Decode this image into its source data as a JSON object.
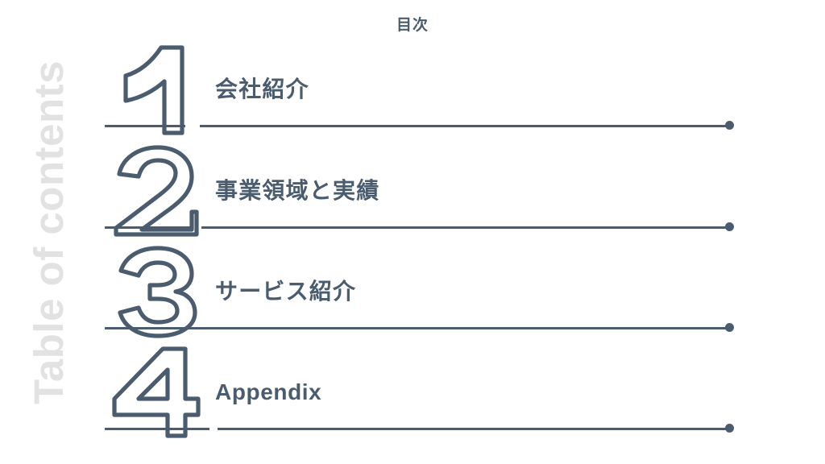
{
  "page": {
    "title": "目次",
    "side_label": "Table of contents",
    "accent_color": "#4a5c6e",
    "side_label_color": "#e2e2e2",
    "background_color": "#ffffff"
  },
  "toc": {
    "items": [
      {
        "number": "1",
        "label": "会社紹介"
      },
      {
        "number": "2",
        "label": "事業領域と実績"
      },
      {
        "number": "3",
        "label": "サービス紹介"
      },
      {
        "number": "4",
        "label": "Appendix"
      }
    ]
  }
}
